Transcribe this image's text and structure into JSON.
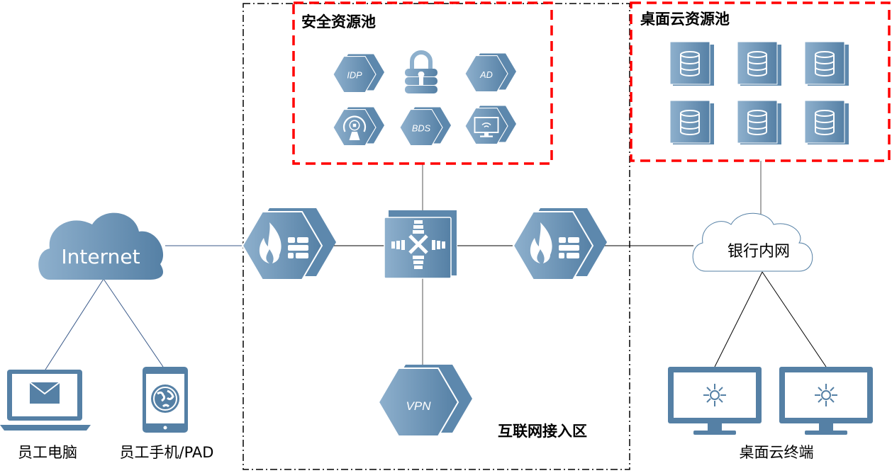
{
  "colors": {
    "icon_light": "#8eb0cd",
    "icon_dark": "#5580a5",
    "pool_border": "#ff0000",
    "zone_border": "#000000"
  },
  "internet": {
    "label": "Internet"
  },
  "bank_network": {
    "label": "银行内网"
  },
  "clients": {
    "pc_label": "员工电脑",
    "mobile_label": "员工手机/PAD"
  },
  "access_zone": {
    "label": "互联网接入区"
  },
  "security_pool": {
    "title": "安全资源池",
    "items": [
      {
        "label": "IDP",
        "icon": "hexagon-idp"
      },
      {
        "label": "",
        "icon": "lock-icon"
      },
      {
        "label": "AD",
        "icon": "hexagon-ad"
      },
      {
        "label": "",
        "icon": "audit-icon"
      },
      {
        "label": "BDS",
        "icon": "hexagon-bds"
      },
      {
        "label": "",
        "icon": "wifi-monitor-icon"
      }
    ]
  },
  "desktop_pool": {
    "title": "桌面云资源池",
    "server_count": 6
  },
  "vpn": {
    "label": "VPN"
  },
  "terminals": {
    "label": "桌面云终端"
  }
}
